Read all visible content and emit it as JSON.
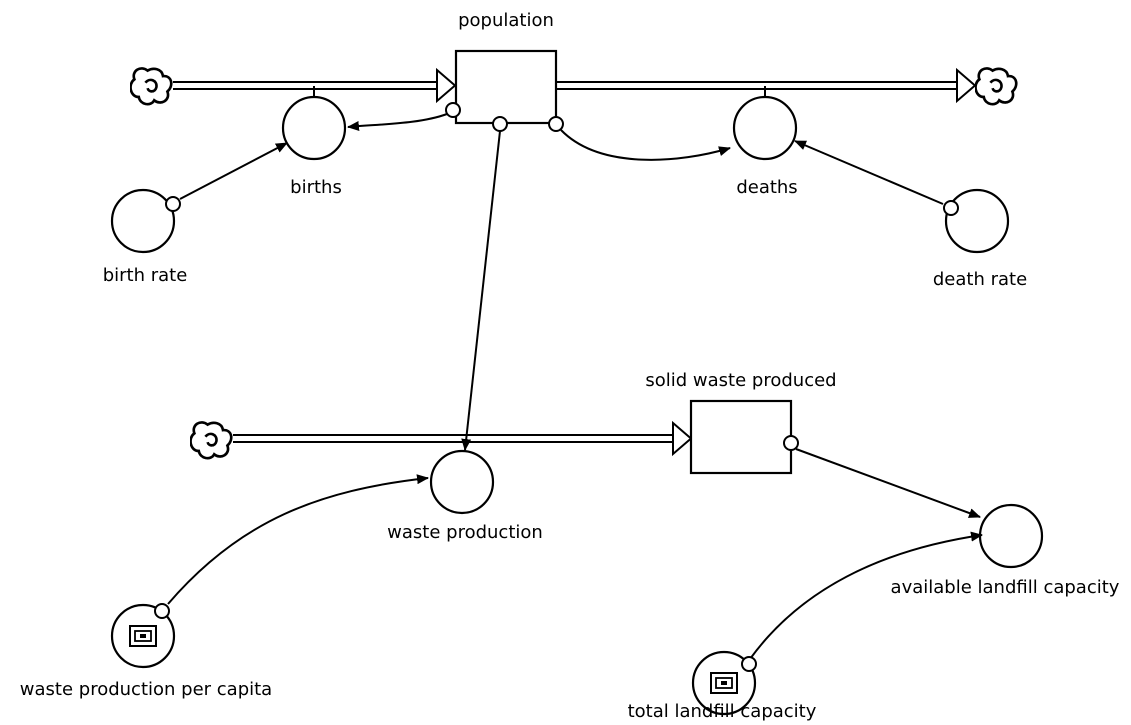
{
  "diagram": {
    "labels": {
      "population": "population",
      "births": "births",
      "deaths": "deaths",
      "birth_rate": "birth rate",
      "death_rate": "death rate",
      "solid_waste_produced": "solid waste produced",
      "waste_production": "waste production",
      "available_landfill_capacity": "available landfill capacity",
      "waste_production_per_capita": "waste production per capita",
      "total_landfill_capacity": "total landfill capacity"
    },
    "stocks": [
      "population",
      "solid waste produced"
    ],
    "flows": [
      {
        "name": "births",
        "from": "source",
        "to": "population"
      },
      {
        "name": "deaths",
        "from": "population",
        "to": "sink"
      },
      {
        "name": "waste production",
        "from": "source",
        "to": "solid waste produced"
      }
    ],
    "converters": [
      "birth rate",
      "death rate",
      "available landfill capacity",
      "waste production per capita",
      "total landfill capacity"
    ],
    "links": [
      {
        "from": "population",
        "to": "births"
      },
      {
        "from": "population",
        "to": "deaths"
      },
      {
        "from": "population",
        "to": "waste production"
      },
      {
        "from": "birth rate",
        "to": "births"
      },
      {
        "from": "death rate",
        "to": "deaths"
      },
      {
        "from": "solid waste produced",
        "to": "available landfill capacity"
      },
      {
        "from": "waste production per capita",
        "to": "waste production"
      },
      {
        "from": "total landfill capacity",
        "to": "available landfill capacity"
      }
    ]
  }
}
